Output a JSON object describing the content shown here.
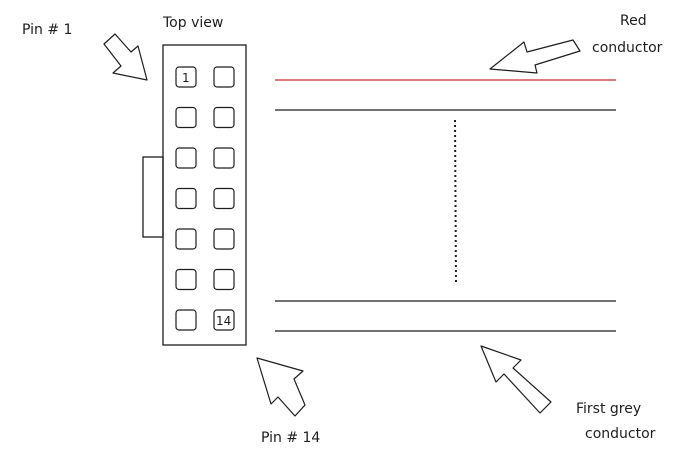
{
  "diagram": {
    "title": "Top view",
    "pin1_label": "Pin # 1",
    "pin14_label": "Pin # 14",
    "red_conductor_label": [
      "Red",
      "conductor"
    ],
    "grey_conductor_label": [
      "First grey",
      "conductor"
    ],
    "pin1_number": "1",
    "pin14_number": "14",
    "pin_count": 14,
    "colors": {
      "ink": "#1e1e1e",
      "red_conductor": "#c92a2a",
      "background": "#ffffff"
    }
  }
}
